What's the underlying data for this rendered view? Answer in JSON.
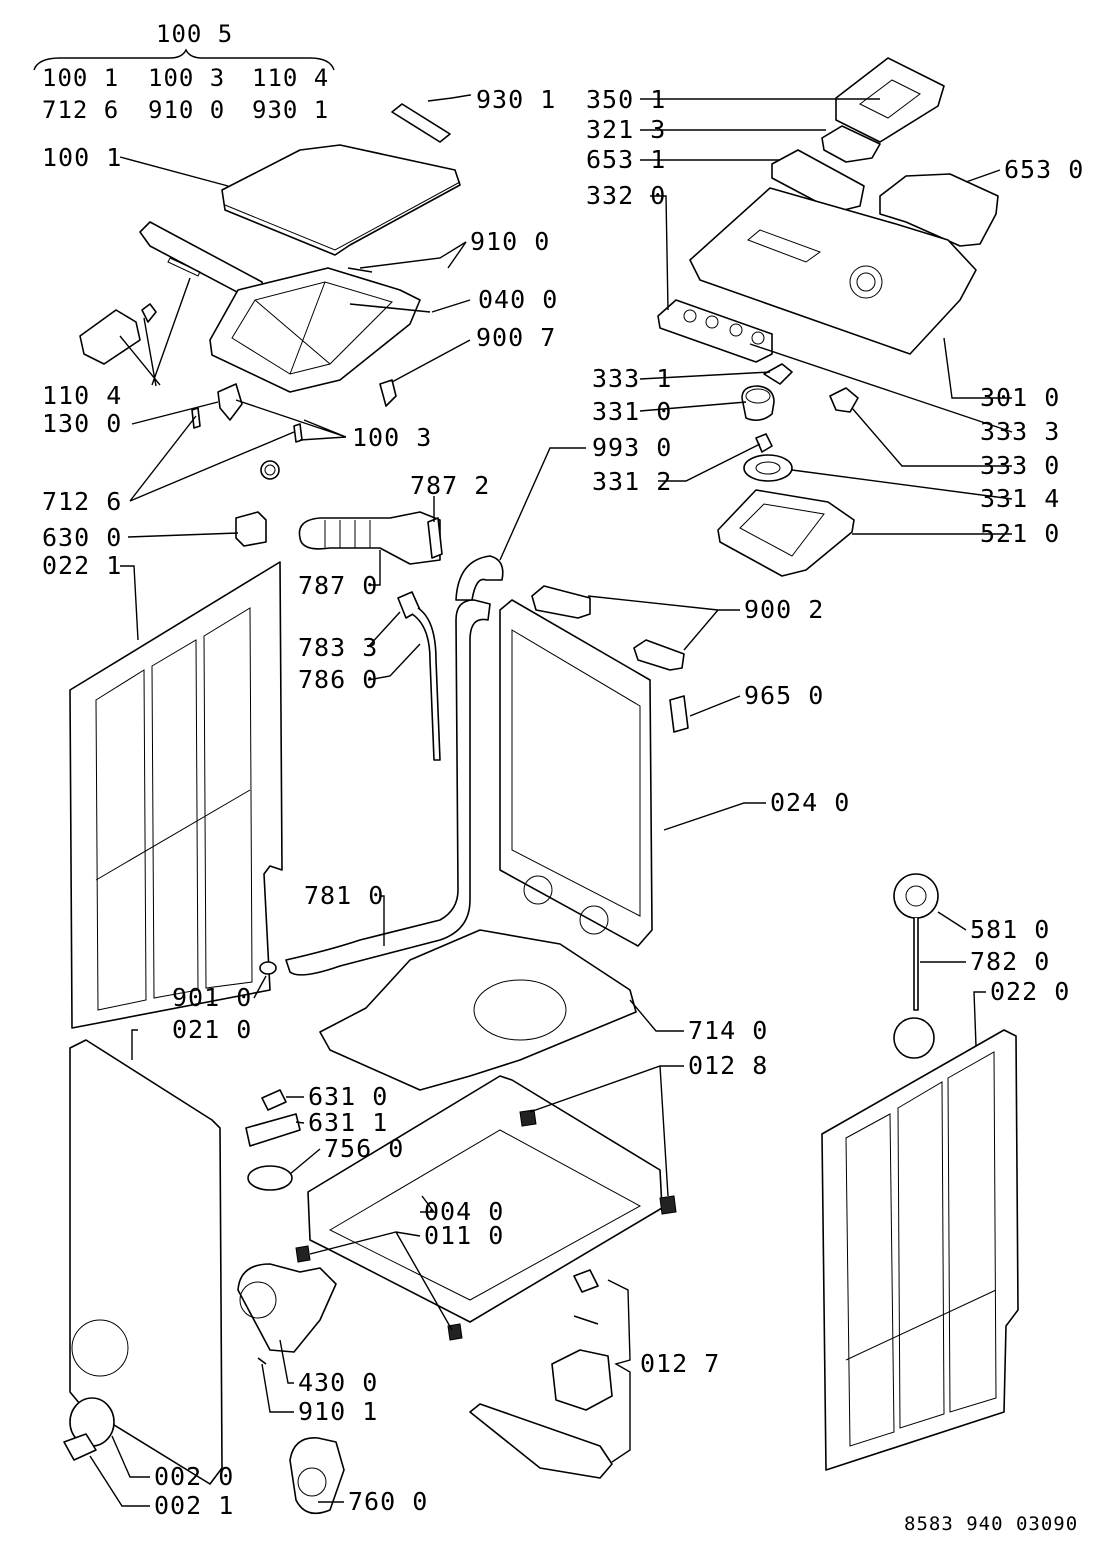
{
  "header": {
    "group_label": "100 5",
    "group_items": [
      [
        "100 1",
        "100 3",
        "110 4"
      ],
      [
        "712 6",
        "910 0",
        "930 1"
      ]
    ]
  },
  "callouts": [
    {
      "id": "930-1",
      "text": "930 1"
    },
    {
      "id": "100-1",
      "text": "100 1"
    },
    {
      "id": "910-0",
      "text": "910 0"
    },
    {
      "id": "040-0",
      "text": "040 0"
    },
    {
      "id": "900-7",
      "text": "900 7"
    },
    {
      "id": "110-4",
      "text": "110 4"
    },
    {
      "id": "130-0",
      "text": "130 0"
    },
    {
      "id": "100-3",
      "text": "100 3"
    },
    {
      "id": "712-6",
      "text": "712 6"
    },
    {
      "id": "787-2",
      "text": "787 2"
    },
    {
      "id": "630-0",
      "text": "630 0"
    },
    {
      "id": "022-1",
      "text": "022 1"
    },
    {
      "id": "787-0",
      "text": "787 0"
    },
    {
      "id": "783-3",
      "text": "783 3"
    },
    {
      "id": "786-0",
      "text": "786 0"
    },
    {
      "id": "350-1",
      "text": "350 1"
    },
    {
      "id": "321-3",
      "text": "321 3"
    },
    {
      "id": "653-1",
      "text": "653 1"
    },
    {
      "id": "653-0",
      "text": "653 0"
    },
    {
      "id": "332-0",
      "text": "332 0"
    },
    {
      "id": "333-1",
      "text": "333 1"
    },
    {
      "id": "301-0",
      "text": "301 0"
    },
    {
      "id": "331-0",
      "text": "331 0"
    },
    {
      "id": "333-3",
      "text": "333 3"
    },
    {
      "id": "993-0",
      "text": "993 0"
    },
    {
      "id": "333-0",
      "text": "333 0"
    },
    {
      "id": "331-2",
      "text": "331 2"
    },
    {
      "id": "331-4",
      "text": "331 4"
    },
    {
      "id": "521-0",
      "text": "521 0"
    },
    {
      "id": "900-2",
      "text": "900 2"
    },
    {
      "id": "965-0",
      "text": "965 0"
    },
    {
      "id": "024-0",
      "text": "024 0"
    },
    {
      "id": "781-0",
      "text": "781 0"
    },
    {
      "id": "581-0",
      "text": "581 0"
    },
    {
      "id": "782-0",
      "text": "782 0"
    },
    {
      "id": "022-0",
      "text": "022 0"
    },
    {
      "id": "901-0",
      "text": "901 0"
    },
    {
      "id": "021-0",
      "text": "021 0"
    },
    {
      "id": "714-0",
      "text": "714 0"
    },
    {
      "id": "012-8",
      "text": "012 8"
    },
    {
      "id": "631-0",
      "text": "631 0"
    },
    {
      "id": "631-1",
      "text": "631 1"
    },
    {
      "id": "756-0",
      "text": "756 0"
    },
    {
      "id": "004-0",
      "text": "004 0"
    },
    {
      "id": "011-0",
      "text": "011 0"
    },
    {
      "id": "012-7",
      "text": "012 7"
    },
    {
      "id": "430-0",
      "text": "430 0"
    },
    {
      "id": "910-1",
      "text": "910 1"
    },
    {
      "id": "002-0",
      "text": "002 0"
    },
    {
      "id": "002-1",
      "text": "002 1"
    },
    {
      "id": "760-0",
      "text": "760 0"
    }
  ],
  "footer": {
    "drawing_number": "8583 940 03090"
  }
}
